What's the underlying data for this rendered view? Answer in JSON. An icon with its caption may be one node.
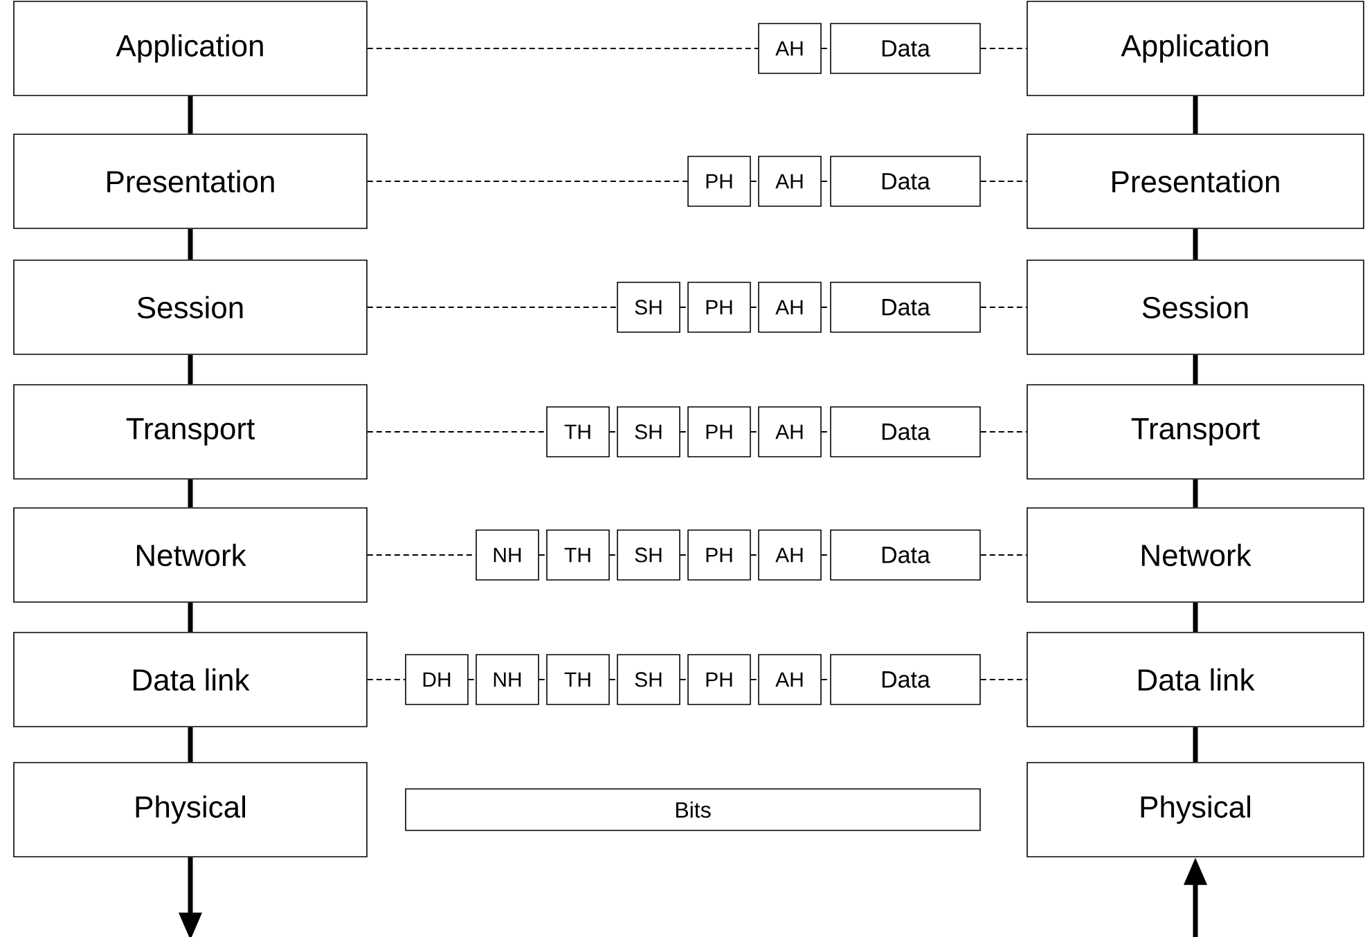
{
  "diagram": {
    "nodes": [
      {
        "text": [
          "Application"
        ]
      },
      {
        "text": [
          "AH"
        ]
      },
      {
        "text": [
          "Data"
        ]
      },
      {
        "text": [
          "Application"
        ]
      },
      {
        "text": [
          "Presentation"
        ]
      },
      {
        "text": [
          "PH"
        ]
      },
      {
        "text": [
          "AH"
        ]
      },
      {
        "text": [
          "Data"
        ]
      },
      {
        "text": [
          "Presentation"
        ]
      },
      {
        "text": [
          "Session"
        ]
      },
      {
        "text": [
          "SH"
        ]
      },
      {
        "text": [
          "PH"
        ]
      },
      {
        "text": [
          "AH"
        ]
      },
      {
        "text": [
          "Data"
        ]
      },
      {
        "text": [
          "Session"
        ]
      },
      {
        "text": [
          "Transport"
        ]
      },
      {
        "text": [
          "TH"
        ]
      },
      {
        "text": [
          "SH"
        ]
      },
      {
        "text": [
          "PH"
        ]
      },
      {
        "text": [
          "AH"
        ]
      },
      {
        "text": [
          "Data"
        ]
      },
      {
        "text": [
          "Transport"
        ]
      },
      {
        "text": [
          "Network"
        ]
      },
      {
        "text": [
          "NH"
        ]
      },
      {
        "text": [
          "TH"
        ]
      },
      {
        "text": [
          "SH"
        ]
      },
      {
        "text": [
          "PH"
        ]
      },
      {
        "text": [
          "AH"
        ]
      },
      {
        "text": [
          "Data"
        ]
      },
      {
        "text": [
          "Network"
        ]
      },
      {
        "text": [
          "Data link"
        ]
      },
      {
        "text": [
          "DH"
        ]
      },
      {
        "text": [
          "NH"
        ]
      },
      {
        "text": [
          "TH"
        ]
      },
      {
        "text": [
          "SH"
        ]
      },
      {
        "text": [
          "PH"
        ]
      },
      {
        "text": [
          "AH"
        ]
      },
      {
        "text": [
          "Data"
        ]
      },
      {
        "text": [
          "Data link"
        ]
      },
      {
        "text": [
          "Physical"
        ]
      },
      {
        "text": [
          "Bits"
        ]
      },
      {
        "text": [
          "Physical"
        ]
      }
    ],
    "edges": [
      {
        "from": 0,
        "to": 1,
        "arrow": "none",
        "style": "dashed"
      },
      {
        "from": 1,
        "to": 2,
        "arrow": "none",
        "style": "dashed"
      },
      {
        "from": 2,
        "to": 3,
        "arrow": "none",
        "style": "dashed"
      },
      {
        "from": 4,
        "to": 5,
        "arrow": "none",
        "style": "dashed"
      },
      {
        "from": 5,
        "to": 6,
        "arrow": "none",
        "style": "dashed"
      },
      {
        "from": 6,
        "to": 7,
        "arrow": "none",
        "style": "dashed"
      },
      {
        "from": 7,
        "to": 8,
        "arrow": "none",
        "style": "dashed"
      },
      {
        "from": 9,
        "to": 10,
        "arrow": "none",
        "style": "dashed"
      },
      {
        "from": 10,
        "to": 11,
        "arrow": "none",
        "style": "dashed"
      },
      {
        "from": 11,
        "to": 12,
        "arrow": "none",
        "style": "dashed"
      },
      {
        "from": 12,
        "to": 13,
        "arrow": "none",
        "style": "dashed"
      },
      {
        "from": 13,
        "to": 14,
        "arrow": "none",
        "style": "dashed"
      },
      {
        "from": 15,
        "to": 16,
        "arrow": "none",
        "style": "dashed"
      },
      {
        "from": 16,
        "to": 17,
        "arrow": "none",
        "style": "dashed"
      },
      {
        "from": 17,
        "to": 18,
        "arrow": "none",
        "style": "dashed"
      },
      {
        "from": 18,
        "to": 19,
        "arrow": "none",
        "style": "dashed"
      },
      {
        "from": 19,
        "to": 20,
        "arrow": "none",
        "style": "dashed"
      },
      {
        "from": 20,
        "to": 21,
        "arrow": "none",
        "style": "dashed"
      },
      {
        "from": 22,
        "to": 23,
        "arrow": "none",
        "style": "dashed"
      },
      {
        "from": 23,
        "to": 24,
        "arrow": "none",
        "style": "dashed"
      },
      {
        "from": 24,
        "to": 25,
        "arrow": "none",
        "style": "dashed"
      },
      {
        "from": 25,
        "to": 26,
        "arrow": "none",
        "style": "dashed"
      },
      {
        "from": 26,
        "to": 27,
        "arrow": "none",
        "style": "dashed"
      },
      {
        "from": 27,
        "to": 28,
        "arrow": "none",
        "style": "dashed"
      },
      {
        "from": 28,
        "to": 29,
        "arrow": "none",
        "style": "dashed"
      },
      {
        "from": 30,
        "to": 31,
        "arrow": "none",
        "style": "dashed"
      },
      {
        "from": 31,
        "to": 32,
        "arrow": "none",
        "style": "dashed"
      },
      {
        "from": 32,
        "to": 33,
        "arrow": "none",
        "style": "dashed"
      },
      {
        "from": 33,
        "to": 34,
        "arrow": "none",
        "style": "dashed"
      },
      {
        "from": 34,
        "to": 35,
        "arrow": "none",
        "style": "dashed"
      },
      {
        "from": 35,
        "to": 36,
        "arrow": "none",
        "style": "dashed"
      },
      {
        "from": 36,
        "to": 37,
        "arrow": "none",
        "style": "dashed"
      },
      {
        "from": 37,
        "to": 38,
        "arrow": "none",
        "style": "dashed"
      },
      {
        "from": 0,
        "to": 4,
        "arrow": "none",
        "style": "thick"
      },
      {
        "from": 4,
        "to": 9,
        "arrow": "none",
        "style": "thick"
      },
      {
        "from": 9,
        "to": 15,
        "arrow": "none",
        "style": "thick"
      },
      {
        "from": 15,
        "to": 22,
        "arrow": "none",
        "style": "thick"
      },
      {
        "from": 22,
        "to": 30,
        "arrow": "none",
        "style": "thick"
      },
      {
        "from": 30,
        "to": 39,
        "arrow": "none",
        "style": "thick"
      },
      {
        "from": 3,
        "to": 8,
        "arrow": "none",
        "style": "thick"
      },
      {
        "from": 8,
        "to": 14,
        "arrow": "none",
        "style": "thick"
      },
      {
        "from": 14,
        "to": 21,
        "arrow": "none",
        "style": "thick"
      },
      {
        "from": 21,
        "to": 29,
        "arrow": "none",
        "style": "thick"
      },
      {
        "from": 29,
        "to": 38,
        "arrow": "none",
        "style": "thick"
      },
      {
        "from": 38,
        "to": 41,
        "arrow": "none",
        "style": "thick"
      },
      {
        "from": 39,
        "to": null,
        "arrow": "to",
        "style": "thick"
      },
      {
        "from": null,
        "to": 41,
        "arrow": "to",
        "style": "thick"
      }
    ]
  }
}
